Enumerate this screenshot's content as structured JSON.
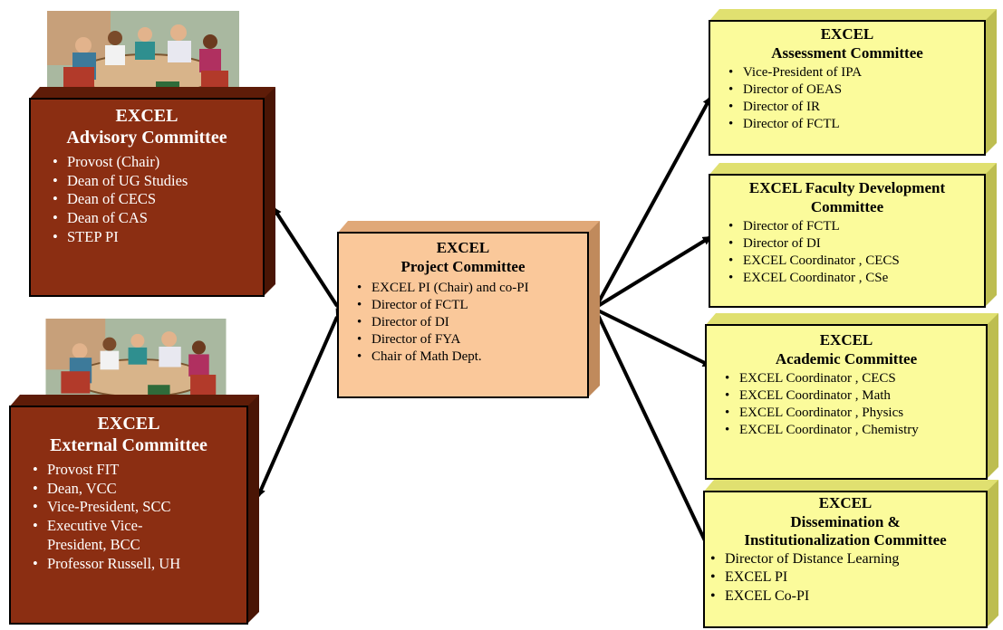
{
  "advisory": {
    "title1": "EXCEL",
    "title2": "Advisory Committee",
    "items": [
      "Provost (Chair)",
      "Dean of UG Studies",
      "Dean of CECS",
      "Dean of CAS",
      "STEP PI"
    ]
  },
  "external": {
    "title1": "EXCEL",
    "title2": "External Committee",
    "items": [
      "Provost FIT",
      "Dean, VCC",
      "Vice-President, SCC",
      "Executive Vice-President, BCC",
      "Professor Russell, UH"
    ]
  },
  "project": {
    "title1": "EXCEL",
    "title2": "Project Committee",
    "items": [
      "EXCEL PI (Chair) and co-PI",
      "Director of FCTL",
      "Director of DI",
      "Director of FYA",
      "Chair of Math Dept."
    ]
  },
  "assessment": {
    "title1": "EXCEL",
    "title2": "Assessment Committee",
    "items": [
      "Vice-President of IPA",
      "Director of OEAS",
      "Director of IR",
      "Director of FCTL"
    ]
  },
  "faculty": {
    "title1": "EXCEL Faculty Development",
    "title2": "Committee",
    "items": [
      "Director of FCTL",
      "Director of DI",
      "EXCEL Coordinator , CECS",
      "EXCEL Coordinator , CSe"
    ]
  },
  "academic": {
    "title1": "EXCEL",
    "title2": "Academic Committee",
    "items": [
      "EXCEL Coordinator , CECS",
      "EXCEL Coordinator , Math",
      "EXCEL Coordinator , Physics",
      "EXCEL Coordinator , Chemistry"
    ]
  },
  "dissemination": {
    "title1": "EXCEL",
    "title2": "Dissemination &",
    "title3": "Institutionalization Committee",
    "items": [
      "Director of Distance Learning",
      "EXCEL PI",
      "EXCEL Co-PI"
    ]
  }
}
